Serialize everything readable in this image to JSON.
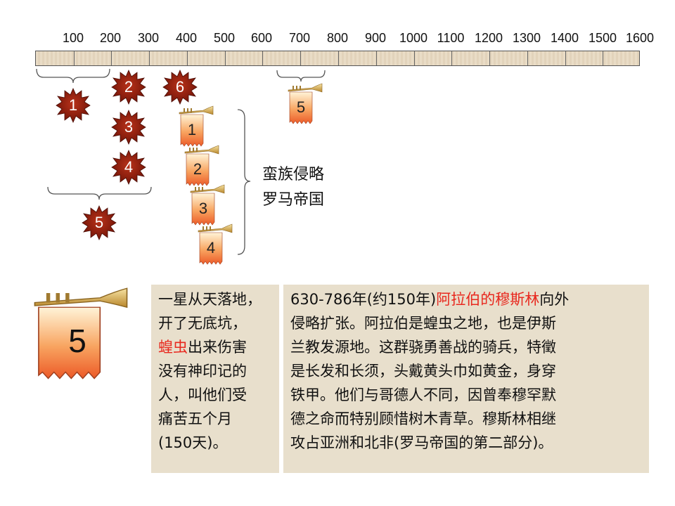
{
  "timeline": {
    "ticks": [
      "100",
      "200",
      "300",
      "400",
      "500",
      "600",
      "700",
      "800",
      "900",
      "1000",
      "1100",
      "1200",
      "1300",
      "1400",
      "1500",
      "1600"
    ]
  },
  "seals": [
    {
      "id": "seal-1",
      "number": "1"
    },
    {
      "id": "seal-2",
      "number": "2"
    },
    {
      "id": "seal-3",
      "number": "3"
    },
    {
      "id": "seal-4",
      "number": "4"
    },
    {
      "id": "seal-5",
      "number": "5"
    },
    {
      "id": "seal-6",
      "number": "6"
    }
  ],
  "trumpets": [
    {
      "id": "trumpet-1",
      "number": "1"
    },
    {
      "id": "trumpet-2",
      "number": "2"
    },
    {
      "id": "trumpet-3",
      "number": "3"
    },
    {
      "id": "trumpet-4",
      "number": "4"
    },
    {
      "id": "trumpet-5",
      "number": "5"
    }
  ],
  "group_label": {
    "line1": "蛮族侵略",
    "line2": "罗马帝国"
  },
  "big_trumpet": {
    "number": "5"
  },
  "scripture_panel": {
    "line1": "一星从天落地，",
    "line2": "开了无底坑，",
    "line3_highlight": "蝗虫",
    "line3_rest": "出来伤害",
    "line4": "没有神印记的",
    "line5": "人，叫他们受",
    "line6": "痛苦五个月",
    "line7": "(150天)。"
  },
  "history_panel": {
    "line1_prefix": "630-786年(约150年)",
    "line1_highlight": "阿拉伯的穆斯林",
    "line1_suffix": "向外",
    "line2": "侵略扩张。阿拉伯是蝗虫之地，也是伊斯",
    "line3": "兰教发源地。这群骁勇善战的骑兵，特徵",
    "line4": "是长发和长须，头戴黄头巾如黄金，身穿",
    "line5": "铁甲。他们与哥德人不同，因曾奉穆罕默",
    "line6": "德之命而特别顾惜树木青草。穆斯林相继",
    "line7": "攻占亚洲和北非(罗马帝国的第二部分)。"
  },
  "colors": {
    "seal": "#8b1a0c",
    "trumpet_flag": "#f0703a",
    "highlight": "#e8281e",
    "panel_bg": "#e8dfcc"
  }
}
